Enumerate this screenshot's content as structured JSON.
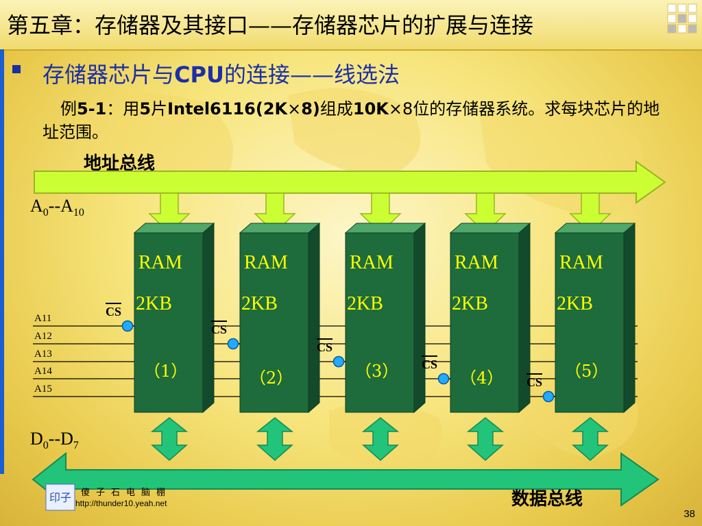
{
  "title": "第五章：存储器及其接口——存储器芯片的扩展与连接",
  "heading": {
    "main": "存储器芯片与",
    "cpu": "CPU",
    "rest": "的连接——线选法"
  },
  "example": {
    "p1": "例",
    "b1": "5-1",
    "p2": "：用",
    "b2": "5",
    "p3": "片",
    "b3": "Intel6116(2K",
    "p4": "×",
    "b4": "8)",
    "p5": "组成",
    "b5": "10K",
    "p6": "×8位的存储器系统。求每块芯片的地址范围。"
  },
  "address_bus": {
    "label": "地址总线",
    "lines": "A",
    "sub_from": "0",
    "mid": "--A",
    "sub_to": "10"
  },
  "data_bus": {
    "label": "数据总线",
    "lines": "D",
    "sub_from": "0",
    "mid": "--D",
    "sub_to": "7"
  },
  "select_lines": [
    "A11",
    "A12",
    "A13",
    "A14",
    "A15"
  ],
  "chips": [
    {
      "type": "RAM",
      "size": "2KB",
      "number": "（1）",
      "cs": "CS"
    },
    {
      "type": "RAM",
      "size": "2KB",
      "number": "（2）",
      "cs": "CS"
    },
    {
      "type": "RAM",
      "size": "2KB",
      "number": "（3）",
      "cs": "CS"
    },
    {
      "type": "RAM",
      "size": "2KB",
      "number": "（4）",
      "cs": "CS"
    },
    {
      "type": "RAM",
      "size": "2KB",
      "number": "（5）",
      "cs": "CS"
    }
  ],
  "footer": {
    "name": "傻子石电脑棚",
    "url": "http://thunder10.yeah.net",
    "logo_text": "印子"
  },
  "page_number": "38",
  "colors": {
    "chip": "#1e6b3c",
    "chip_text": "#ffff00",
    "address_bus": "#ccff33",
    "data_bus": "#22c47a",
    "title_accent": "#1a2fa8"
  }
}
